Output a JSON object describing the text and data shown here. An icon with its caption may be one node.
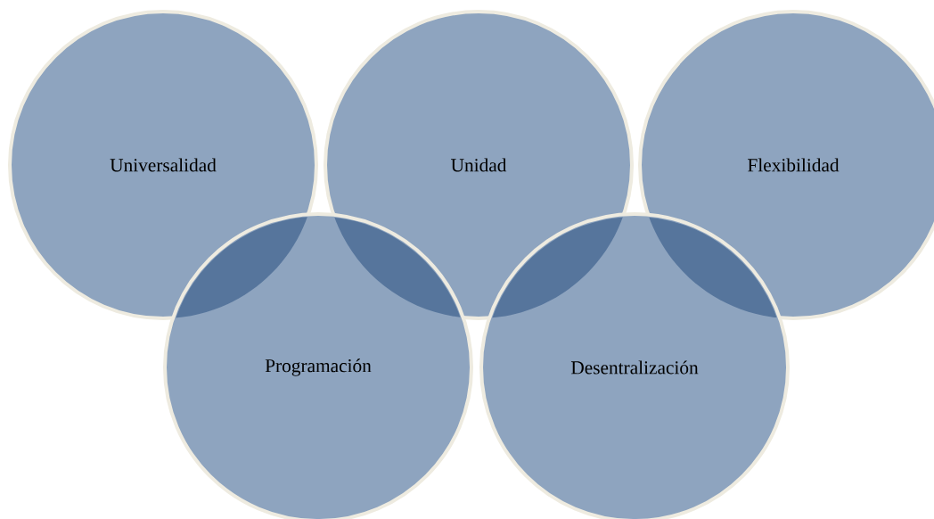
{
  "diagram": {
    "nodes": [
      {
        "text": [
          "Universalidad"
        ]
      },
      {
        "text": [
          "Unidad"
        ]
      },
      {
        "text": [
          "Flexibilidad"
        ]
      },
      {
        "text": [
          "Programación"
        ]
      },
      {
        "text": [
          "Desentralización"
        ]
      }
    ]
  }
}
